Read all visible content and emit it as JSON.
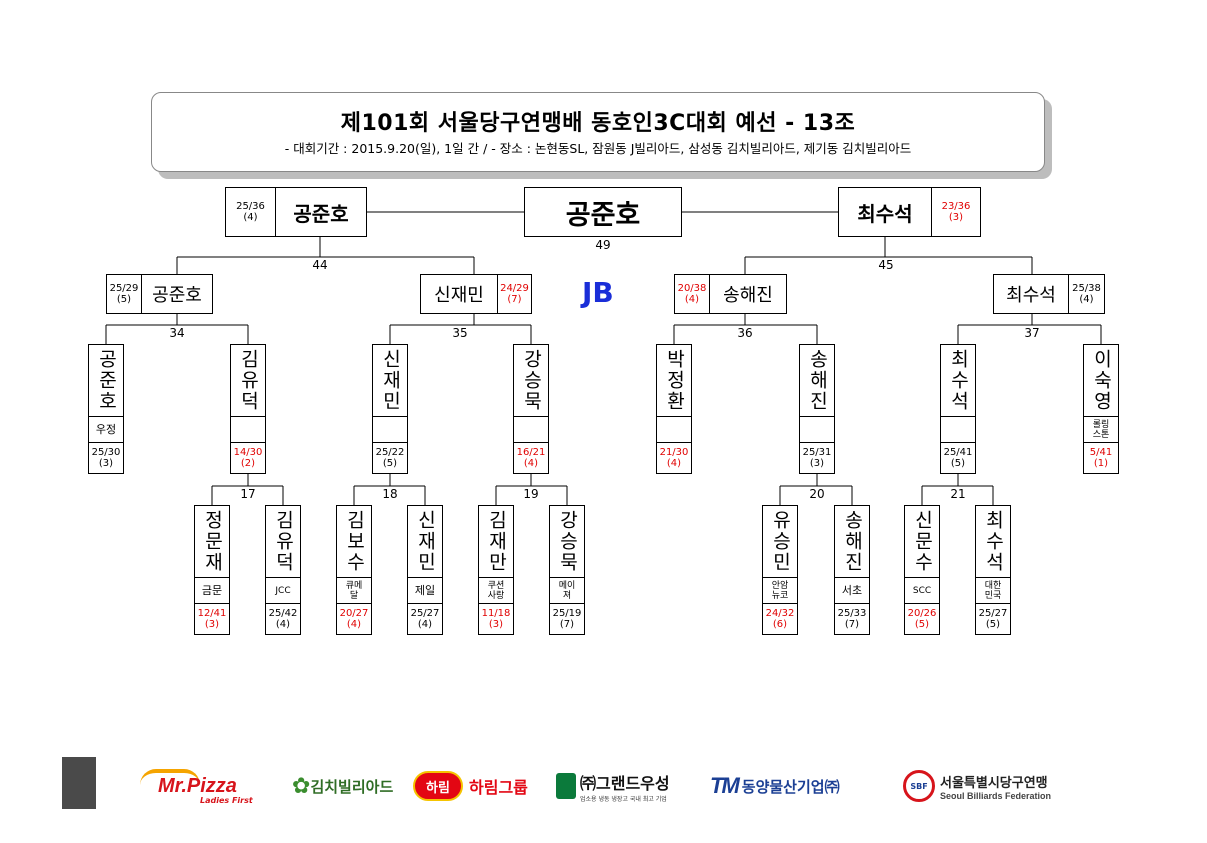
{
  "header": {
    "title": "제101회 서울당구연맹배 동호인3C대회 예선 - 13조",
    "subtitle": "- 대회기간 : 2015.9.20(일), 1일 간 / - 장소 : 논현동SL, 잠원동 J빌리아드, 삼성동 김치빌리아드, 제기동 김치빌리아드"
  },
  "final": {
    "winner": "공준호",
    "match_no": "49"
  },
  "semis": {
    "left": {
      "name": "공준호",
      "score": "25/36",
      "inning": "(4)",
      "match_no": "44"
    },
    "right": {
      "name": "최수석",
      "score": "23/36",
      "inning": "(3)",
      "match_no": "45"
    }
  },
  "quarters": {
    "q1": {
      "name": "공준호",
      "score": "25/29",
      "inning": "(5)",
      "match_no": "34"
    },
    "q2": {
      "name": "신재민",
      "score": "24/29",
      "inning": "(7)",
      "match_no": "35"
    },
    "q3": {
      "name": "송해진",
      "score": "20/38",
      "inning": "(4)",
      "match_no": "36"
    },
    "q4": {
      "name": "최수석",
      "score": "25/38",
      "inning": "(4)",
      "match_no": "37"
    }
  },
  "venue_mark": "JB",
  "round2": [
    {
      "name": "공준호",
      "club": "우정",
      "score": "25/30",
      "inning": "(3)"
    },
    {
      "name": "김유덕",
      "club": "",
      "score": "14/30",
      "inning": "(2)"
    },
    {
      "name": "신재민",
      "club": "",
      "score": "25/22",
      "inning": "(5)"
    },
    {
      "name": "강승묵",
      "club": "",
      "score": "16/21",
      "inning": "(4)"
    },
    {
      "name": "박정환",
      "club": "",
      "score": "21/30",
      "inning": "(4)"
    },
    {
      "name": "송해진",
      "club": "",
      "score": "25/31",
      "inning": "(3)"
    },
    {
      "name": "최수석",
      "club": "",
      "score": "25/41",
      "inning": "(5)"
    },
    {
      "name": "이숙영",
      "club": "롤링스톤",
      "score": "5/41",
      "inning": "(1)"
    }
  ],
  "round1_match_nos": {
    "m17": "17",
    "m18": "18",
    "m19": "19",
    "m20": "20",
    "m21": "21"
  },
  "round1": [
    {
      "name": "정문재",
      "club": "금문",
      "score": "12/41",
      "inning": "(3)"
    },
    {
      "name": "김유덕",
      "club": "JCC",
      "score": "25/42",
      "inning": "(4)"
    },
    {
      "name": "김보수",
      "club": "큐메달",
      "score": "20/27",
      "inning": "(4)"
    },
    {
      "name": "신재민",
      "club": "제일",
      "score": "25/27",
      "inning": "(4)"
    },
    {
      "name": "김재만",
      "club": "쿠션사랑",
      "score": "11/18",
      "inning": "(3)"
    },
    {
      "name": "강승묵",
      "club": "메이져",
      "score": "25/19",
      "inning": "(7)"
    },
    {
      "name": "유승민",
      "club": "안암뉴코",
      "score": "24/32",
      "inning": "(6)"
    },
    {
      "name": "송해진",
      "club": "서초",
      "score": "25/33",
      "inning": "(7)"
    },
    {
      "name": "신문수",
      "club": "SCC",
      "score": "20/26",
      "inning": "(5)"
    },
    {
      "name": "최수석",
      "club": "대한민국",
      "score": "25/27",
      "inning": "(5)"
    }
  ],
  "sponsors": {
    "mrpizza": "Mr.Pizza",
    "mrpizza_tag": "Ladies First",
    "kimchi": "김치빌리아드",
    "harim_logo": "하림",
    "harim": "하림그룹",
    "grand": "㈜그랜드우성",
    "grand_sub": "업소용 냉동 냉장고 국내 최고 기업",
    "dongyang_logo": "TM",
    "dongyang": "동양물산기업㈜",
    "sbf_logo": "SBF",
    "sbf": "서울특별시당구연맹",
    "sbf_en": "Seoul Billiards Federation"
  },
  "colors": {
    "red": "#e00000",
    "jb_blue": "#1a2ed8",
    "mrpizza_orange": "#f5a400",
    "mrpizza_red": "#d7141b",
    "harim_red": "#e30613",
    "dongyang_blue": "#1b3f94",
    "grand_green": "#0b7a3b"
  }
}
